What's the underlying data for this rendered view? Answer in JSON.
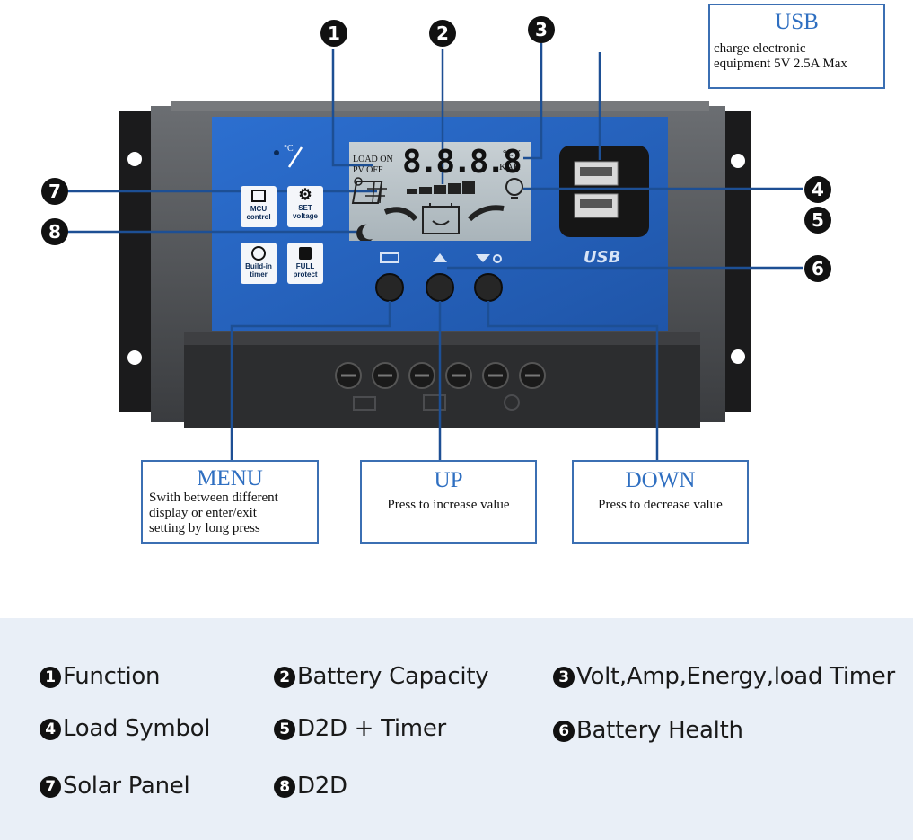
{
  "device": {
    "lcd": {
      "load_on": "LOAD ON",
      "pv_off": "PV OFF",
      "digits": "8.8.8.8",
      "unit_top": "°CV",
      "unit_bottom": "KAH"
    },
    "features": [
      {
        "line1": "MCU",
        "line2": "control"
      },
      {
        "line1": "SET",
        "line2": "voltage"
      },
      {
        "line1": "Build-in",
        "line2": "timer"
      },
      {
        "line1": "FULL",
        "line2": "protect"
      }
    ],
    "usb_logo": "USB"
  },
  "markers": [
    "1",
    "2",
    "3",
    "4",
    "5",
    "6",
    "7",
    "8"
  ],
  "callouts": {
    "usb": {
      "title": "USB",
      "desc_line1": "charge electronic",
      "desc_line2": "equipment 5V 2.5A Max"
    },
    "menu": {
      "title": "MENU",
      "desc_line1": "Swith between different",
      "desc_line2": "display or enter/exit",
      "desc_line3": "setting by long press"
    },
    "up": {
      "title": "UP",
      "desc_line1": "Press to increase value"
    },
    "down": {
      "title": "DOWN",
      "desc_line1": "Press to decrease value"
    }
  },
  "legend": [
    {
      "num": "1",
      "label": "Function"
    },
    {
      "num": "2",
      "label": "Battery Capacity"
    },
    {
      "num": "3",
      "label": "Volt,Amp,Energy,load Timer"
    },
    {
      "num": "4",
      "label": "Load Symbol"
    },
    {
      "num": "5",
      "label": "D2D + Timer"
    },
    {
      "num": "6",
      "label": "Battery Health"
    },
    {
      "num": "7",
      "label": "Solar Panel"
    },
    {
      "num": "8",
      "label": "D2D"
    }
  ],
  "colors": {
    "panel_blue": "#2f6fc8",
    "callout_border": "#3b6fb3",
    "legend_bg": "#e9eff7",
    "lcd": "#b9c3c8"
  }
}
